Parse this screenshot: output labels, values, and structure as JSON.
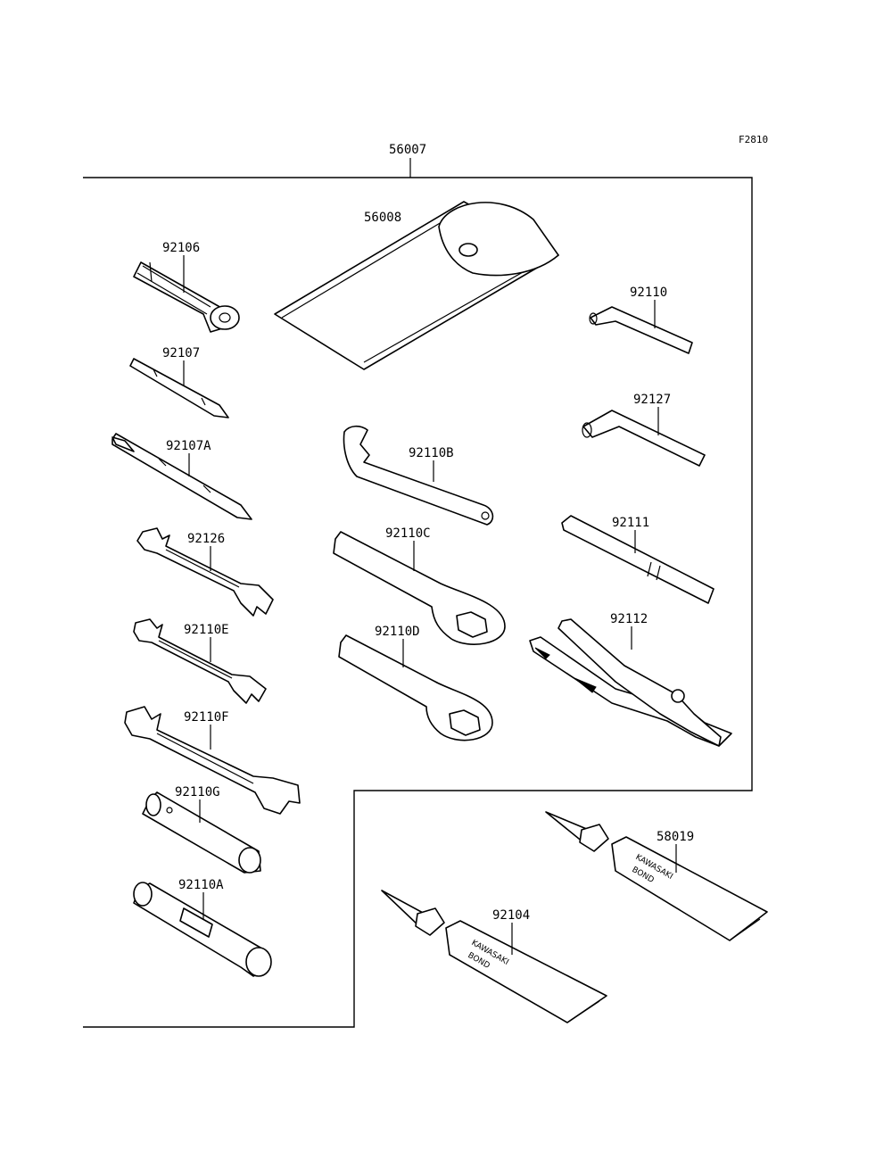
{
  "figure_id": "F2810",
  "set_number": "56007",
  "parts": {
    "p56008": "56008",
    "p92106": "92106",
    "p92107": "92107",
    "p92107A": "92107A",
    "p92126": "92126",
    "p92110E": "92110E",
    "p92110F": "92110F",
    "p92110G": "92110G",
    "p92110A": "92110A",
    "p92110B": "92110B",
    "p92110C": "92110C",
    "p92110D": "92110D",
    "p92110": "92110",
    "p92127": "92127",
    "p92111": "92111",
    "p92112": "92112",
    "p58019": "58019",
    "p92104": "92104"
  },
  "tube_print": {
    "brand": "KAWASAKI",
    "product": "BOND"
  },
  "icons": [
    "tool-bag-icon",
    "socket-icon",
    "screwdriver-bit-icon",
    "screwdriver-handle-icon",
    "open-end-wrench-icon",
    "hook-spanner-icon",
    "ring-wrench-icon",
    "hex-key-icon",
    "extension-bar-icon",
    "pliers-icon",
    "box-spanner-icon",
    "spark-plug-wrench-icon",
    "bond-tube-icon"
  ]
}
